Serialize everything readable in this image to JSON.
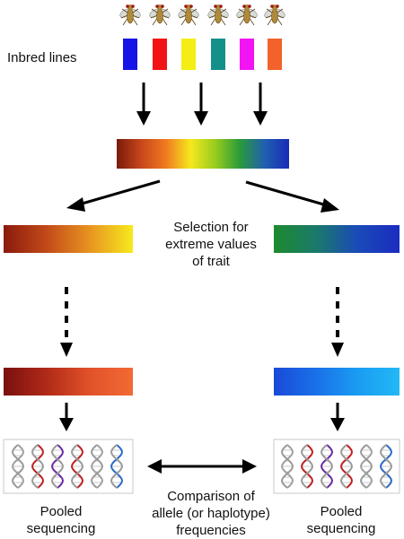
{
  "labels": {
    "inbred_lines": "Inbred lines",
    "selection": [
      "Selection for",
      "extreme values",
      "of trait"
    ],
    "comparison": [
      "Comparison of",
      "allele (or haplotype)",
      "frequencies"
    ],
    "pooled_left": [
      "Pooled",
      "sequencing"
    ],
    "pooled_right": [
      "Pooled",
      "sequencing"
    ]
  },
  "line_colors": [
    "#1414e6",
    "#f21414",
    "#f4ee14",
    "#14908a",
    "#f214f2",
    "#f2622a"
  ],
  "gradients": {
    "mixed": [
      "#7a1a0a",
      "#c8471c",
      "#f07a20",
      "#f6e81e",
      "#98cc1e",
      "#2a9a3a",
      "#2060b0",
      "#1a2ab8"
    ],
    "selected_low": [
      "#8b1a0c",
      "#c24a1a",
      "#e89420",
      "#f6ea1e"
    ],
    "selected_high": [
      "#1e8a2e",
      "#1a7a6a",
      "#1a4ab8",
      "#1a2cc0"
    ],
    "final_low": [
      "#7a1010",
      "#b02a18",
      "#e2522a",
      "#f26a34"
    ],
    "final_high": [
      "#1a4ad8",
      "#1a70e8",
      "#1a9cf2",
      "#22b8f6"
    ]
  },
  "dna_strand_colors": {
    "left": [
      "#a0a0a0",
      "#c02020",
      "#6a2aa8",
      "#c02020",
      "#a0a0a0",
      "#2a6ac8"
    ],
    "right": [
      "#a0a0a0",
      "#c02020",
      "#6a2aa8",
      "#c02020",
      "#a0a0a0",
      "#2a6ac8"
    ]
  },
  "fly_colors": {
    "body": "#b08a3a",
    "eye": "#9a1a10",
    "wing": "#d8dcd8"
  }
}
